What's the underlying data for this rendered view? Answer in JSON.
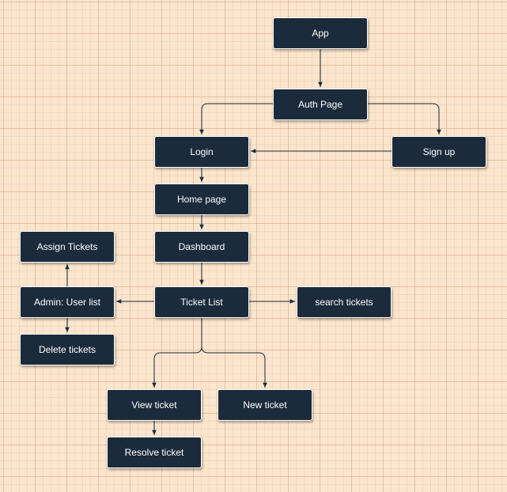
{
  "colors": {
    "node_fill": "#1b2b3c",
    "node_text": "#ffffff",
    "edge": "#1b2b3c",
    "background": "#fbe5cd"
  },
  "nodes": {
    "app": "App",
    "auth_page": "Auth Page",
    "login": "Login",
    "sign_up": "Sign up",
    "home_page": "Home page",
    "dashboard": "Dashboard",
    "assign_tickets": "Assign Tickets",
    "admin_user_list": "Admin: User list",
    "ticket_list": "Ticket List",
    "search_tickets": "search tickets",
    "delete_tickets": "Delete tickets",
    "view_ticket": "View ticket",
    "new_ticket": "New ticket",
    "resolve_ticket": "Resolve ticket"
  },
  "edges": [
    [
      "app",
      "auth_page"
    ],
    [
      "auth_page",
      "login"
    ],
    [
      "auth_page",
      "sign_up"
    ],
    [
      "sign_up",
      "login"
    ],
    [
      "login",
      "home_page"
    ],
    [
      "home_page",
      "dashboard"
    ],
    [
      "dashboard",
      "ticket_list"
    ],
    [
      "ticket_list",
      "admin_user_list"
    ],
    [
      "ticket_list",
      "search_tickets"
    ],
    [
      "admin_user_list",
      "assign_tickets"
    ],
    [
      "admin_user_list",
      "delete_tickets"
    ],
    [
      "ticket_list",
      "view_ticket"
    ],
    [
      "ticket_list",
      "new_ticket"
    ],
    [
      "view_ticket",
      "resolve_ticket"
    ]
  ]
}
